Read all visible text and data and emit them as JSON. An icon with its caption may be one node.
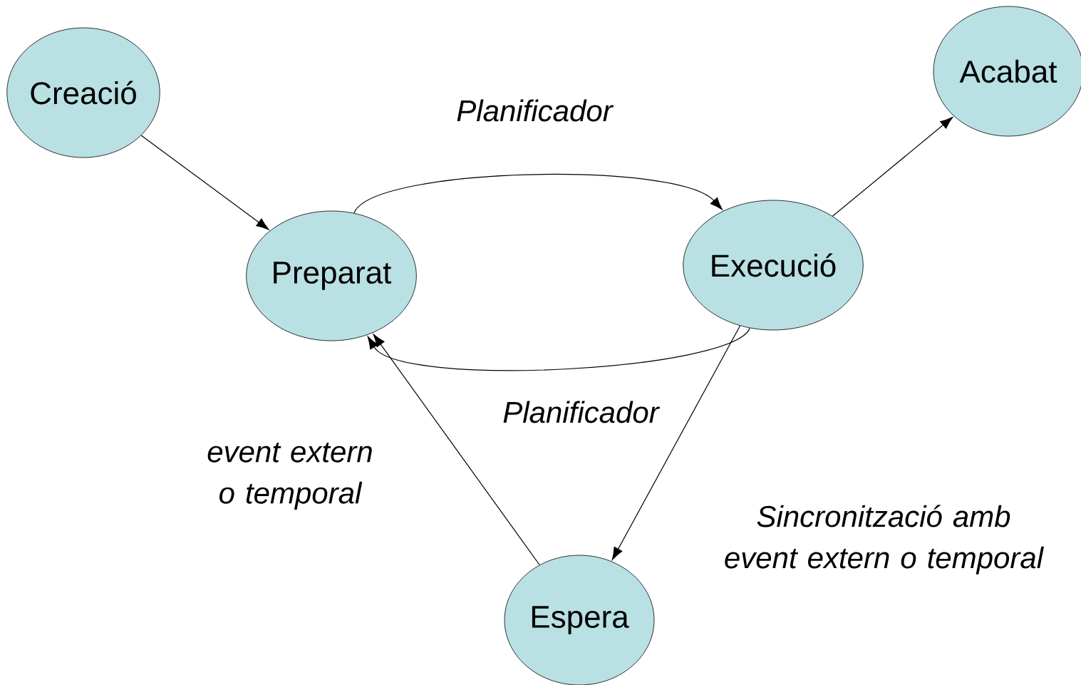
{
  "diagram": {
    "nodes": [
      {
        "text": [
          "Creació"
        ]
      },
      {
        "text": [
          "Acabat"
        ]
      },
      {
        "text": [
          "Preparat"
        ]
      },
      {
        "text": [
          "Execució"
        ]
      },
      {
        "text": [
          "Espera"
        ]
      }
    ],
    "edges": [
      {
        "from": 0,
        "to": 2,
        "arrow": "to"
      },
      {
        "from": 2,
        "to": 3,
        "arrow": "to",
        "label": "Planificador"
      },
      {
        "from": 3,
        "to": 2,
        "arrow": "to",
        "label": "Planificador"
      },
      {
        "from": 3,
        "to": 1,
        "arrow": "to"
      },
      {
        "from": 3,
        "to": 4,
        "arrow": "to",
        "label": "Sincronització amb event extern o temporal"
      },
      {
        "from": 4,
        "to": 2,
        "arrow": "to",
        "label": "event extern o temporal"
      }
    ]
  }
}
